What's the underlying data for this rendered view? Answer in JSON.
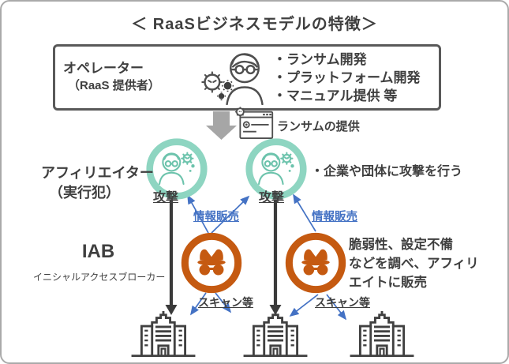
{
  "title": "＜ RaaSビジネスモデルの特徴＞",
  "operator": {
    "name": "オペレーター",
    "subtitle": "（RaaS 提供者）",
    "bullets": [
      "・ランサム開発",
      "・プラットフォーム開発",
      "・マニュアル提供 等"
    ]
  },
  "flow": {
    "ransom_delivery": "ランサムの提供"
  },
  "affiliator": {
    "name": "アフィリエイター",
    "subtitle": "（実行犯）",
    "attack": "攻撃",
    "note": "・企業や団体に攻撃を行う",
    "info_sale": "情報販売"
  },
  "iab": {
    "name": "IAB",
    "subtitle": "イニシャルアクセスブローカー",
    "scan": "スキャン等",
    "note_lines": [
      "脆弱性、設定不備",
      "などを調べ、アフィリ",
      "エイトに販売"
    ]
  },
  "colors": {
    "teal": "#8ed5c1",
    "teal_line": "#6cc3ac",
    "orange": "#c55a11",
    "blue": "#4472c4",
    "dark_text": "#3f3f3f",
    "arrow_gray": "#a6a6a6"
  }
}
